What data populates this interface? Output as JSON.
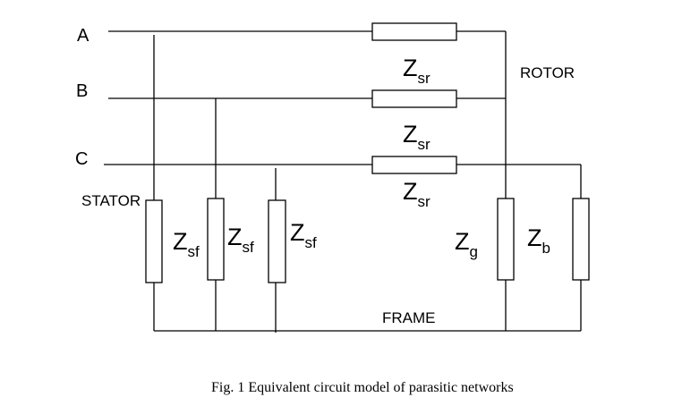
{
  "nodes": {
    "a": "A",
    "b": "B",
    "c": "C"
  },
  "regions": {
    "rotor": "ROTOR",
    "stator": "STATOR",
    "frame": "FRAME"
  },
  "impedances": {
    "zsr_a": {
      "main": "Z",
      "sub": "sr"
    },
    "zsr_b": {
      "main": "Z",
      "sub": "sr"
    },
    "zsr_c": {
      "main": "Z",
      "sub": "sr"
    },
    "zsf_1": {
      "main": "Z",
      "sub": "sf"
    },
    "zsf_2": {
      "main": "Z",
      "sub": "sf"
    },
    "zsf_3": {
      "main": "Z",
      "sub": "sf"
    },
    "zg": {
      "main": "Z",
      "sub": "g"
    },
    "zb": {
      "main": "Z",
      "sub": "b"
    }
  },
  "caption": "Fig. 1 Equivalent circuit model of parasitic networks"
}
